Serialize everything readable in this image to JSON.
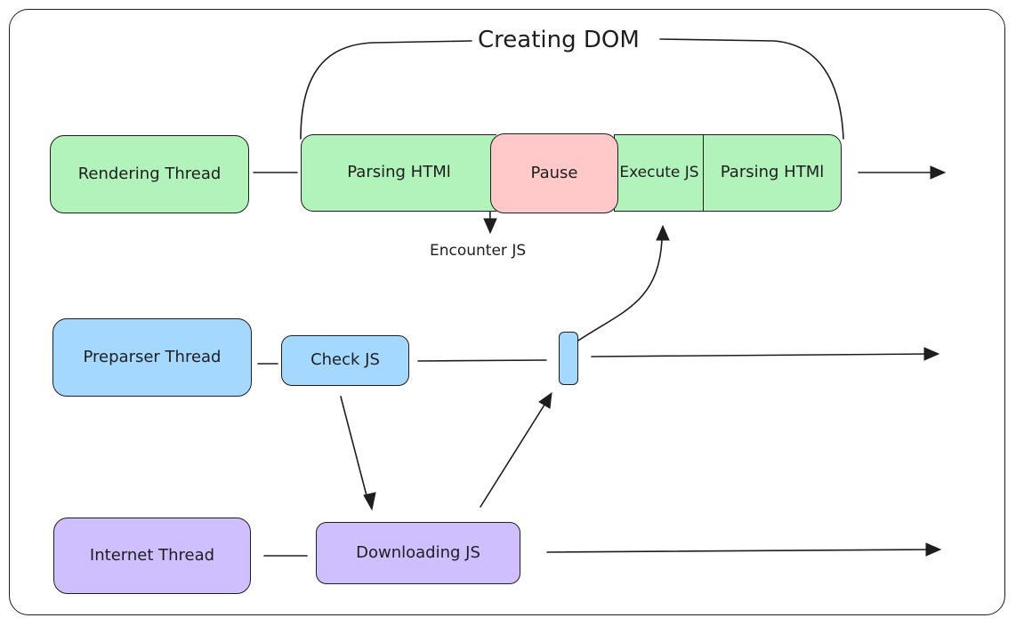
{
  "title": "Creating DOM",
  "threads": {
    "rendering": "Rendering Thread",
    "preparser": "Preparser Thread",
    "internet": "Internet Thread"
  },
  "rendering_steps": {
    "parsing1": "Parsing HTMl",
    "pause": "Pause",
    "execute": "Execute JS",
    "parsing2": "Parsing HTMl"
  },
  "encounter": "Encounter JS",
  "preparser_steps": {
    "check": "Check JS"
  },
  "internet_steps": {
    "download": "Downloading JS"
  },
  "colors": {
    "rendering": "#b2f2bb",
    "pause": "#ffc9c9",
    "preparser": "#a5d8ff",
    "internet": "#d0bfff"
  }
}
